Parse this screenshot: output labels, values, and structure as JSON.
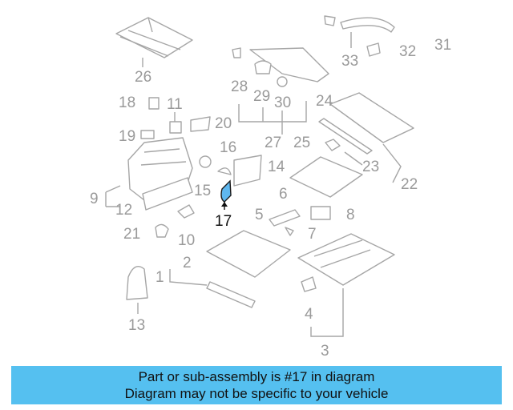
{
  "diagram": {
    "labels": [
      "1",
      "2",
      "3",
      "4",
      "5",
      "6",
      "7",
      "8",
      "9",
      "10",
      "11",
      "12",
      "13",
      "14",
      "15",
      "16",
      "17",
      "18",
      "19",
      "20",
      "21",
      "22",
      "23",
      "24",
      "25",
      "26",
      "27",
      "28",
      "29",
      "30",
      "31",
      "32",
      "33"
    ],
    "highlighted_label": "17",
    "colors": {
      "highlight": "#5fb8f0",
      "lines": "#a6a6a6",
      "banner": "#55c0f0"
    }
  },
  "banner": {
    "line1": "Part or sub-assembly is #17 in diagram",
    "line2": "Diagram may not be specific to your vehicle"
  }
}
